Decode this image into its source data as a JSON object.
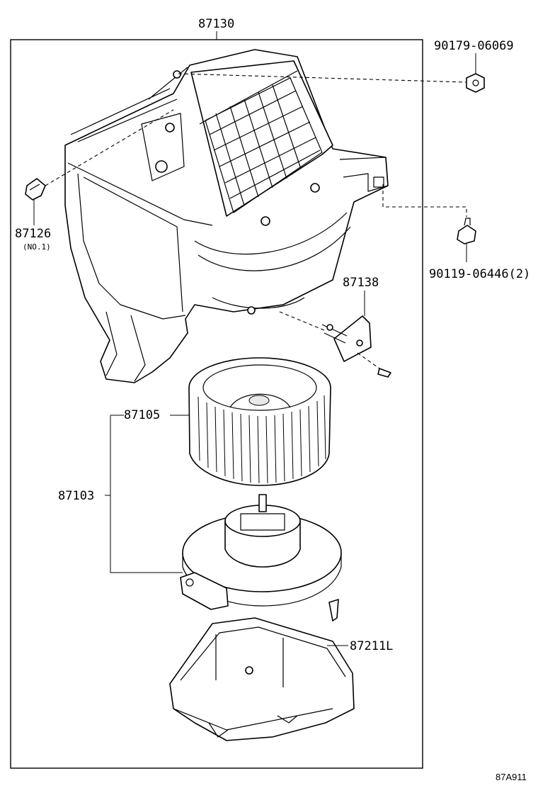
{
  "diagram": {
    "assembly_label": "87130",
    "drawing_code": "87A911",
    "parts": [
      {
        "number": "90179-06069",
        "note": ""
      },
      {
        "number": "90119-06446(2)",
        "note": ""
      },
      {
        "number": "87126",
        "note": "(NO.1)"
      },
      {
        "number": "87138",
        "note": ""
      },
      {
        "number": "87105",
        "note": ""
      },
      {
        "number": "87103",
        "note": ""
      },
      {
        "number": "87211L",
        "note": ""
      }
    ]
  }
}
